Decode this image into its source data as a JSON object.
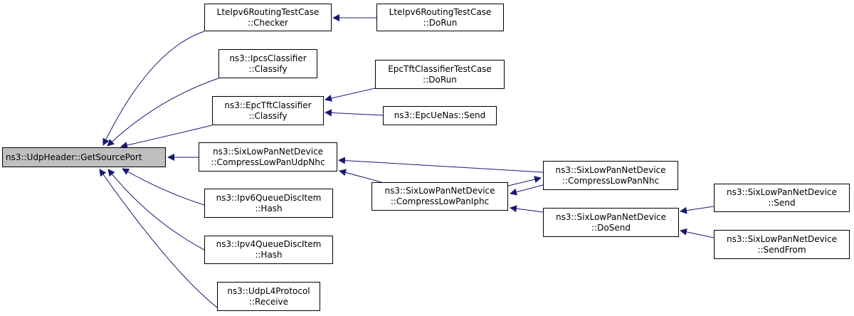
{
  "colors": {
    "edge": "#191970",
    "node_border": "#000000",
    "root_fill": "#bfbfbf",
    "node_fill": "#ffffff"
  },
  "nodes": {
    "root": {
      "lines": [
        "ns3::UdpHeader::GetSourcePort"
      ]
    },
    "lte_checker": {
      "lines": [
        "LteIpv6RoutingTestCase",
        "::Checker"
      ]
    },
    "lte_dorun": {
      "lines": [
        "LteIpv6RoutingTestCase",
        "::DoRun"
      ]
    },
    "ipcs": {
      "lines": [
        "ns3::IpcsClassifier",
        "::Classify"
      ]
    },
    "epc_tft": {
      "lines": [
        "ns3::EpcTftClassifier",
        "::Classify"
      ]
    },
    "epc_test": {
      "lines": [
        "EpcTftClassifierTestCase",
        "::DoRun"
      ]
    },
    "epc_ue": {
      "lines": [
        "ns3::EpcUeNas::Send"
      ]
    },
    "six_udpnhc": {
      "lines": [
        "ns3::SixLowPanNetDevice",
        "::CompressLowPanUdpNhc"
      ]
    },
    "six_nhc": {
      "lines": [
        "ns3::SixLowPanNetDevice",
        "::CompressLowPanNhc"
      ]
    },
    "six_iphc": {
      "lines": [
        "ns3::SixLowPanNetDevice",
        "::CompressLowPanIphc"
      ]
    },
    "six_dosend": {
      "lines": [
        "ns3::SixLowPanNetDevice",
        "::DoSend"
      ]
    },
    "six_send": {
      "lines": [
        "ns3::SixLowPanNetDevice",
        "::Send"
      ]
    },
    "six_sendfrom": {
      "lines": [
        "ns3::SixLowPanNetDevice",
        "::SendFrom"
      ]
    },
    "ipv6q": {
      "lines": [
        "ns3::Ipv6QueueDiscItem",
        "::Hash"
      ]
    },
    "ipv4q": {
      "lines": [
        "ns3::Ipv4QueueDiscItem",
        "::Hash"
      ]
    },
    "udpl4": {
      "lines": [
        "ns3::UdpL4Protocol",
        "::Receive"
      ]
    }
  },
  "edges": [
    {
      "from": "lte_checker",
      "to": "root"
    },
    {
      "from": "ipcs",
      "to": "root"
    },
    {
      "from": "epc_tft",
      "to": "root"
    },
    {
      "from": "six_udpnhc",
      "to": "root"
    },
    {
      "from": "ipv6q",
      "to": "root"
    },
    {
      "from": "ipv4q",
      "to": "root"
    },
    {
      "from": "udpl4",
      "to": "root"
    },
    {
      "from": "lte_dorun",
      "to": "lte_checker"
    },
    {
      "from": "epc_test",
      "to": "epc_tft"
    },
    {
      "from": "epc_ue",
      "to": "epc_tft"
    },
    {
      "from": "six_nhc",
      "to": "six_udpnhc"
    },
    {
      "from": "six_iphc",
      "to": "six_udpnhc"
    },
    {
      "from": "six_iphc",
      "to": "six_nhc"
    },
    {
      "from": "six_nhc",
      "to": "six_iphc"
    },
    {
      "from": "six_dosend",
      "to": "six_iphc"
    },
    {
      "from": "six_send",
      "to": "six_dosend"
    },
    {
      "from": "six_sendfrom",
      "to": "six_dosend"
    }
  ]
}
